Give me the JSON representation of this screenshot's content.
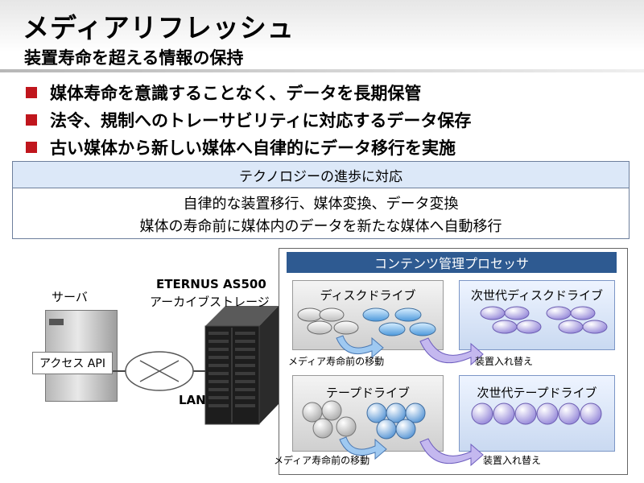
{
  "header": {
    "title": "メディアリフレッシュ",
    "subtitle": "装置寿命を超える情報の保持"
  },
  "bullets": [
    "媒体寿命を意識することなく、データを長期保管",
    "法令、規制へのトレーサビリティに対応するデータ保存",
    "古い媒体から新しい媒体へ自律的にデータ移行を実施"
  ],
  "summary": {
    "heading": "テクノロジーの進歩に対応",
    "lines": [
      "自律的な装置移行、媒体変換、データ変換",
      "媒体の寿命前に媒体内のデータを新たな媒体へ自動移行"
    ]
  },
  "diagram": {
    "server_label": "サーバ",
    "access_api": "アクセス API",
    "lan_label": "LAN",
    "eternus_name": "ETERNUS AS500",
    "eternus_subtitle": "アーカイブストレージ",
    "content_manager": "コンテンツ管理プロセッサ",
    "disk_drive": "ディスクドライブ",
    "next_disk_drive": "次世代ディスクドライブ",
    "tape_drive": "テープドライブ",
    "next_tape_drive": "次世代テープドライブ",
    "media_move_top": "メディア寿命前の移動",
    "device_replace_top": "装置入れ替え",
    "media_move_bottom": "メディア寿命前の移動",
    "device_replace_bottom": "装置入れ替え"
  },
  "colors": {
    "accent_red": "#c0161d",
    "header_blue": "#2e5a91",
    "disk_blue": "#58a9e6",
    "disk_gray": "#dcdcdc",
    "tape_purple": "#8d7fd6"
  }
}
